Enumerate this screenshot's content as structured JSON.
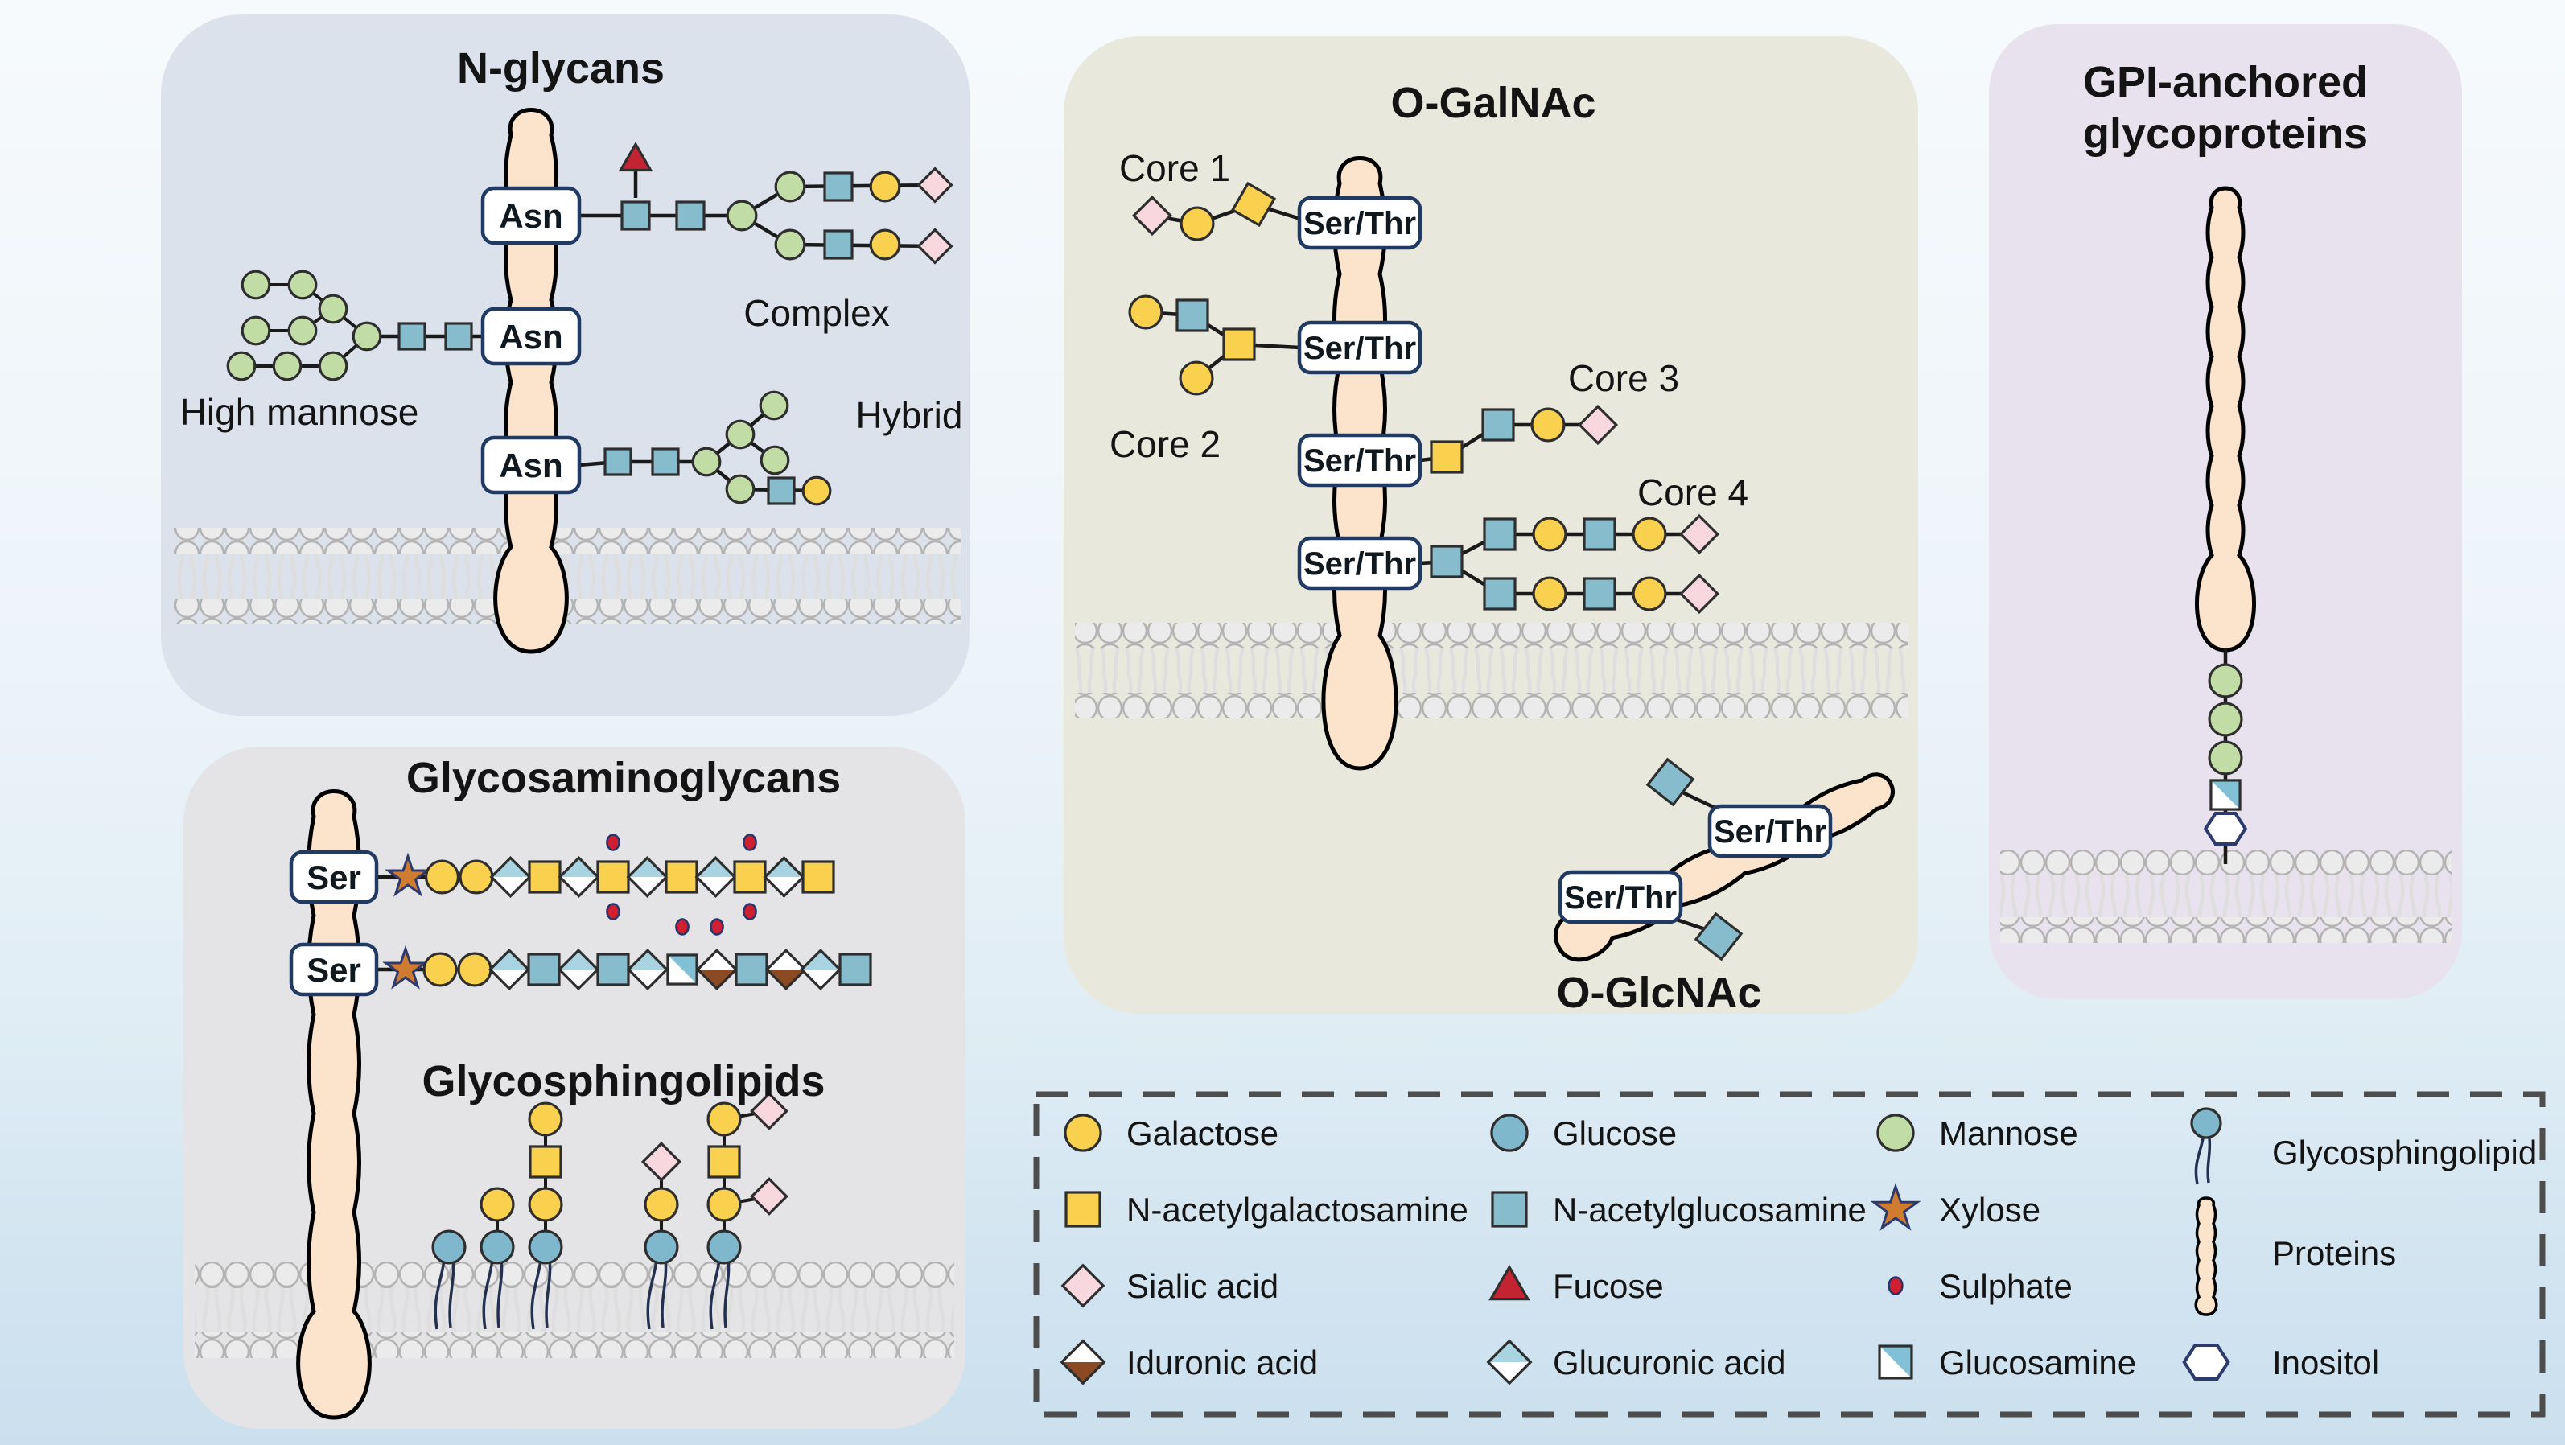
{
  "figure": {
    "type": "scientific-diagram",
    "topic": "Major classes of protein and lipid glycosylation at the cell membrane"
  },
  "panels": {
    "n_glycans": {
      "title": "N-glycans",
      "attachment_residue": "Asn",
      "structures": {
        "complex": "Complex",
        "high_mannose": "High mannose",
        "hybrid": "Hybrid"
      }
    },
    "glycosaminoglycans": {
      "title": "Glycosaminoglycans",
      "attachment_residue": "Ser"
    },
    "glycosphingolipids": {
      "title": "Glycosphingolipids"
    },
    "o_galnac": {
      "title": "O-GalNAc",
      "attachment_residue": "Ser/Thr",
      "cores": [
        "Core 1",
        "Core 2",
        "Core 3",
        "Core 4"
      ]
    },
    "o_glcnac": {
      "title": "O-GlcNAc",
      "attachment_residue": "Ser/Thr"
    },
    "gpi": {
      "title_line1": "GPI-anchored",
      "title_line2": "glycoproteins"
    }
  },
  "residue_labels": {
    "asn": "Asn",
    "ser": "Ser",
    "ser_thr": "Ser/Thr"
  },
  "glycans": {
    "complex": {
      "core": [
        "glcnac",
        "glcnac",
        "man"
      ],
      "fucose_on_core": true,
      "arms": [
        [
          "man",
          "glcnac",
          "gal",
          "sia"
        ],
        [
          "man",
          "glcnac",
          "gal",
          "sia"
        ]
      ]
    },
    "high_mannose": {
      "core_glcnac": [
        "glcnac",
        "glcnac"
      ],
      "mannose_count": 9
    },
    "hybrid": {
      "core": [
        "glcnac",
        "glcnac",
        "man"
      ],
      "upper_arm": [
        "man",
        "man",
        "man"
      ],
      "lower_arm": [
        "man",
        "glcnac",
        "gal"
      ]
    },
    "o_galnac_core1": [
      "galnac",
      "gal",
      "sia"
    ],
    "o_galnac_core2": {
      "root": "galnac",
      "upper_branch": [
        "glcnac",
        "gal"
      ],
      "lower_branch": [
        "gal"
      ]
    },
    "o_galnac_core3": [
      "galnac",
      "glcnac",
      "gal",
      "sia"
    ],
    "o_galnac_core4": {
      "root": "glcnac",
      "arm": [
        "glcnac",
        "gal",
        "glcnac",
        "gal",
        "sia"
      ]
    },
    "o_glcnac_residue": "glcnac",
    "gag_chain_1": [
      "xyl",
      "gal",
      "gal",
      "glca",
      "galnac",
      "glca",
      "galnac-s2",
      "glca",
      "galnac",
      "glca",
      "galnac-s2",
      "glca",
      "galnac"
    ],
    "gag_chain_2": [
      "xyl",
      "gal",
      "gal",
      "glca",
      "glcnac",
      "glca",
      "glcnac",
      "glca",
      "glcn-s1",
      "idoa-s1",
      "glcnac",
      "idoa",
      "glca",
      "glcnac"
    ],
    "glycosphingolipids": [
      [
        "glc"
      ],
      [
        "glc",
        "gal"
      ],
      [
        "glc",
        "gal",
        "galnac",
        "gal"
      ],
      [
        "glc",
        "gal",
        "sia"
      ],
      [
        "glc",
        "gal+sia",
        "galnac",
        "gal+sia"
      ]
    ],
    "gpi_anchor": [
      "man",
      "man",
      "man",
      "glcn",
      "ino"
    ]
  },
  "legend": {
    "items": [
      {
        "icon": "gal",
        "label": "Galactose"
      },
      {
        "icon": "glc",
        "label": "Glucose"
      },
      {
        "icon": "man",
        "label": "Mannose"
      },
      {
        "icon": "gsl",
        "label": "Glycosphingolipid"
      },
      {
        "icon": "galnac",
        "label": "N-acetylgalactosamine"
      },
      {
        "icon": "glcnac",
        "label": "N-acetylglucosamine"
      },
      {
        "icon": "xyl",
        "label": "Xylose"
      },
      {
        "icon": "protein",
        "label": "Proteins"
      },
      {
        "icon": "sia",
        "label": "Sialic acid"
      },
      {
        "icon": "fuc",
        "label": "Fucose"
      },
      {
        "icon": "sulf",
        "label": "Sulphate"
      },
      {
        "icon": "idoa",
        "label": "Iduronic acid"
      },
      {
        "icon": "glca",
        "label": "Glucuronic acid"
      },
      {
        "icon": "glcn",
        "label": "Glucosamine"
      },
      {
        "icon": "ino",
        "label": "Inositol"
      }
    ]
  },
  "colors": {
    "galactose": "#f9d14f",
    "glucose": "#7fb8cd",
    "mannose": "#c1dda5",
    "n_acetylgalactosamine": "#f9d14f",
    "n_acetylglucosamine": "#87bccd",
    "sialic_acid": "#f8d7df",
    "fucose": "#c42432",
    "xylose": "#cf7b30",
    "sulphate": "#d01f2f",
    "iduronic_acid": "#8c4a22",
    "glucuronic_acid": "#a8d4e2",
    "glucosamine": "#82c0d5",
    "inositol_outline": "#2c3a6e",
    "protein": "#fce4cc",
    "link": "#1a1a1a",
    "panel_n_glycans": "#dce2ec",
    "panel_gag": "#e4e4e6",
    "panel_o_galnac": "#e9e8dd",
    "panel_gpi": "#e8e2ee"
  }
}
